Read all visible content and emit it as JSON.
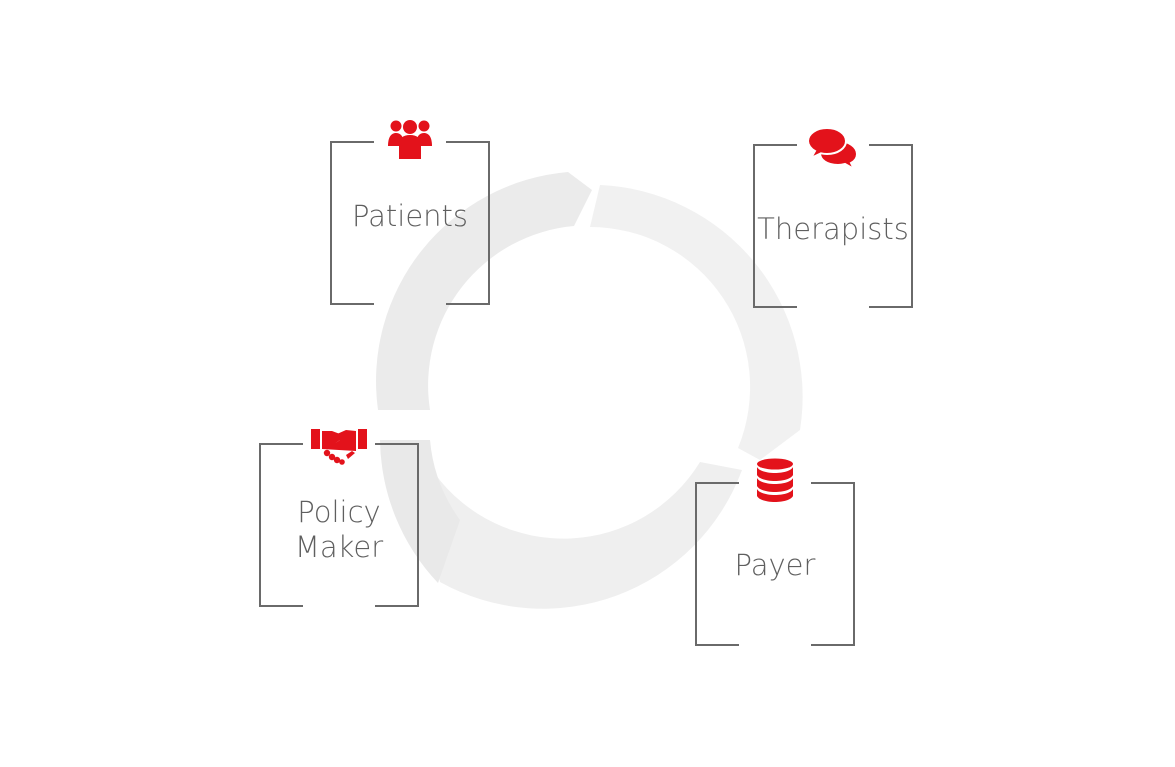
{
  "diagram": {
    "accent_color": "#e3121b",
    "line_color": "#6a6a6a",
    "ring_color": "#ededed",
    "nodes": [
      {
        "label": "Patients",
        "icon": "users-group-icon"
      },
      {
        "label": "Therapists",
        "icon": "chat-bubbles-icon"
      },
      {
        "label": "Policy\nMaker",
        "icon": "handshake-icon"
      },
      {
        "label": "Payer",
        "icon": "database-icon"
      }
    ]
  }
}
